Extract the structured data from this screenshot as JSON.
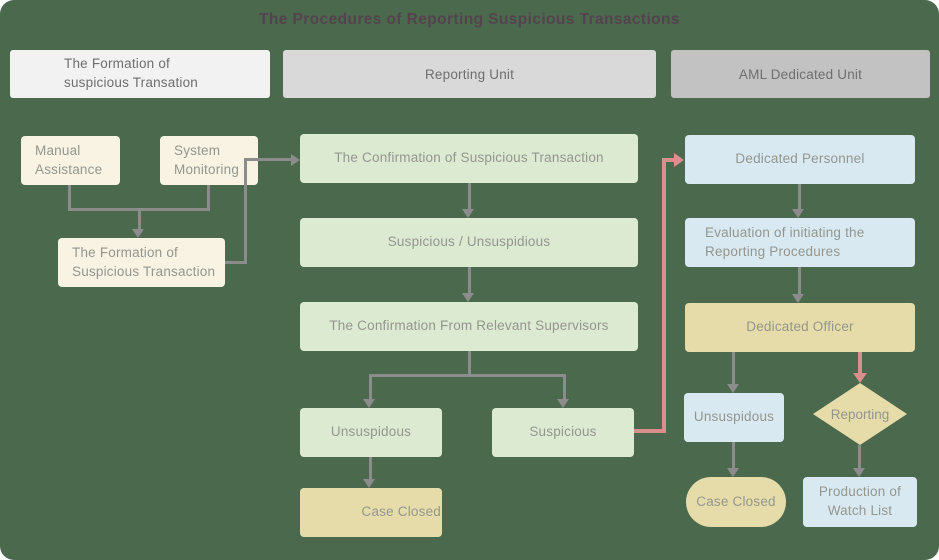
{
  "title": "The Procedures of Reporting Suspicious Transactions",
  "columns": [
    {
      "label": "The Formation of suspicious Transation"
    },
    {
      "label": "Reporting Unit"
    },
    {
      "label": "AML Dedicated Unit"
    }
  ],
  "nodes": {
    "manual_assistance": "Manual Assistance",
    "system_monitoring": "System Monitoring",
    "formation_suspicious": "The Formation of Suspicious Transaction",
    "confirmation_suspicious": "The Confirmation of Suspicious Transaction",
    "suspicious_unsuspidious": "Suspicious / Unsuspidious",
    "confirmation_supervisors": "The Confirmation From Relevant Supervisors",
    "unsuspidous_mid": "Unsuspidous",
    "suspicious_mid": "Suspicious",
    "case_closed_mid": "Case Closed",
    "dedicated_personnel": "Dedicated Personnel",
    "evaluation": "Evaluation of initiating the Reporting Procedures",
    "dedicated_officer": "Dedicated Officer",
    "unsuspidous_right": "Unsuspidous",
    "reporting_decision": "Reporting",
    "case_closed_right": "Case Closed",
    "production_watch_list": "Production of Watch List"
  },
  "colors": {
    "background": "#4b694c",
    "cream_box": "#f8f3e2",
    "green_box": "#dcead2",
    "blue_box": "#d9e9f2",
    "tan_box": "#e6dcaa",
    "header_light": "#f2f2f2",
    "header_mid": "#d9d9d9",
    "header_dark": "#c2c2c2",
    "arrow_gray": "#8c8c8c",
    "arrow_pink": "#d98f8d",
    "title_text": "#54434f"
  }
}
